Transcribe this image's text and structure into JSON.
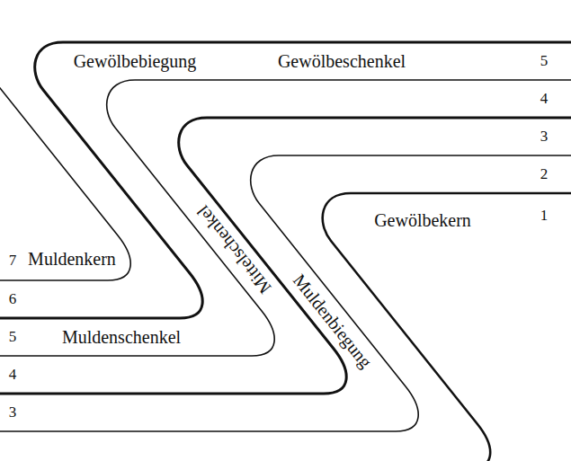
{
  "diagram": {
    "labels": [
      "Gewölbebiegung",
      "Gewölbeschenkel",
      "5",
      "4",
      "3",
      "2",
      "1",
      "Gewölbekern",
      "Mittelschenkel",
      "Muldenkern",
      "7",
      "6",
      "5",
      "Muldenschenkel",
      "Muldenbiegung",
      "4",
      "3"
    ]
  }
}
